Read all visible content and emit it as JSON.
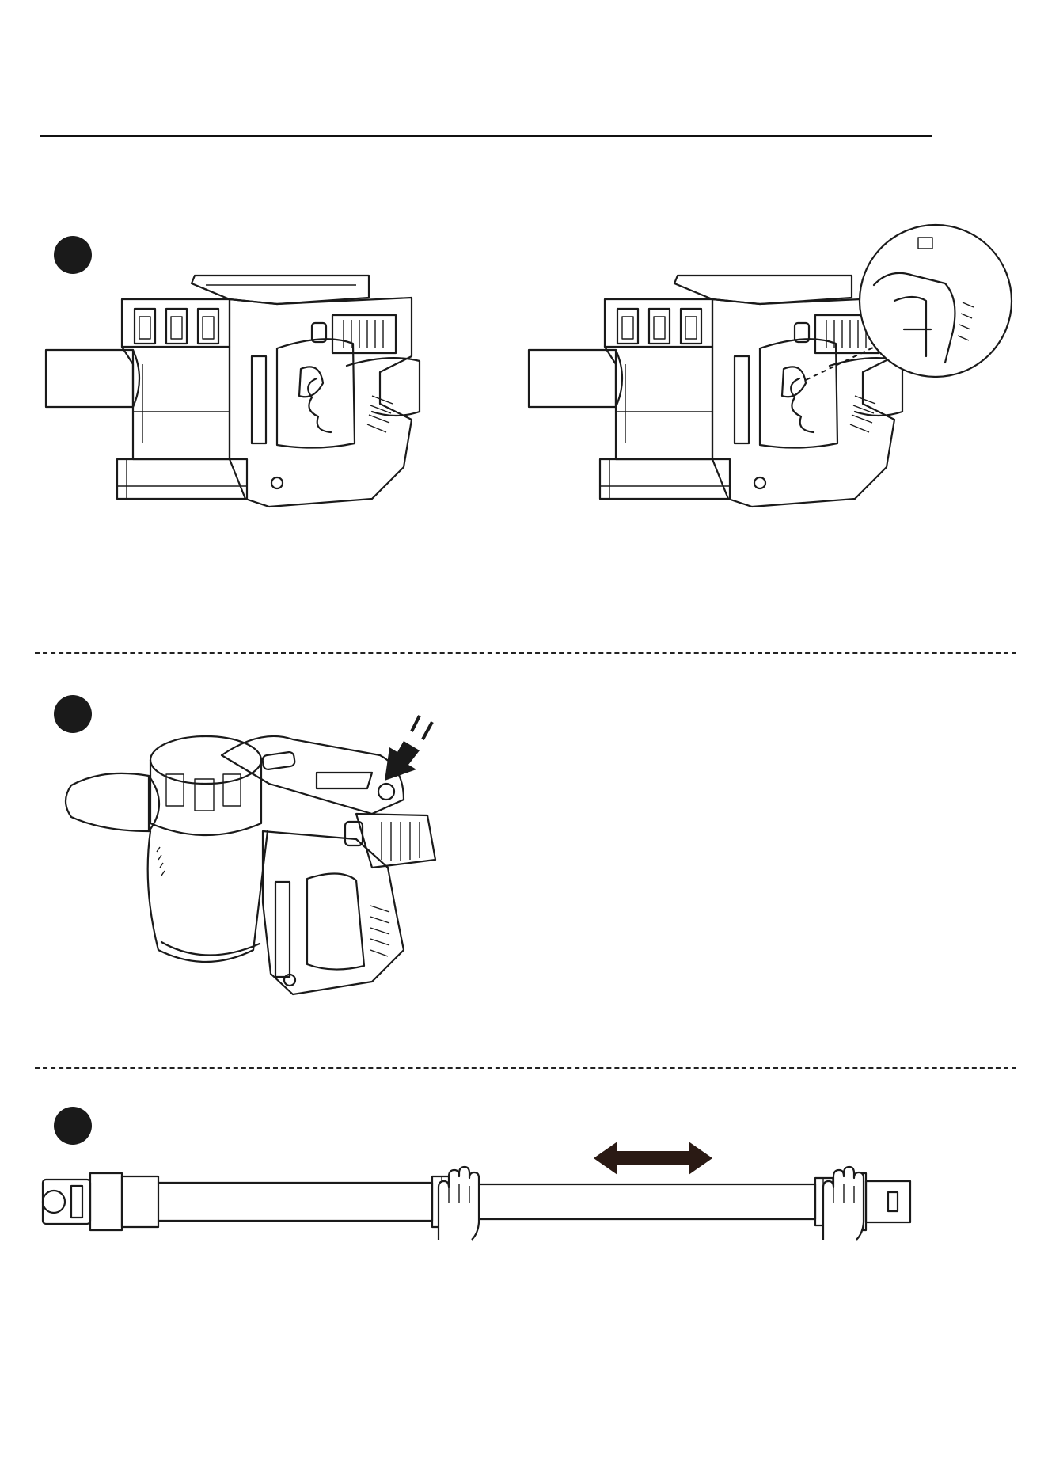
{
  "document": {
    "sections": [
      {
        "id": "step-1",
        "panels": [
          "handheld-side-view",
          "handheld-side-view-with-detail-callout"
        ]
      },
      {
        "id": "step-2",
        "panels": [
          "handheld-angled-view-power-button-press"
        ]
      },
      {
        "id": "step-3",
        "panels": [
          "extension-tube-adjust"
        ]
      }
    ],
    "icons": [
      "step-bullet-icon",
      "press-arrow-icon",
      "double-arrow-icon",
      "hand-icon"
    ],
    "colors": {
      "ink": "#1a1a1a",
      "arrow": "#2a1a14",
      "paper": "#ffffff"
    }
  }
}
